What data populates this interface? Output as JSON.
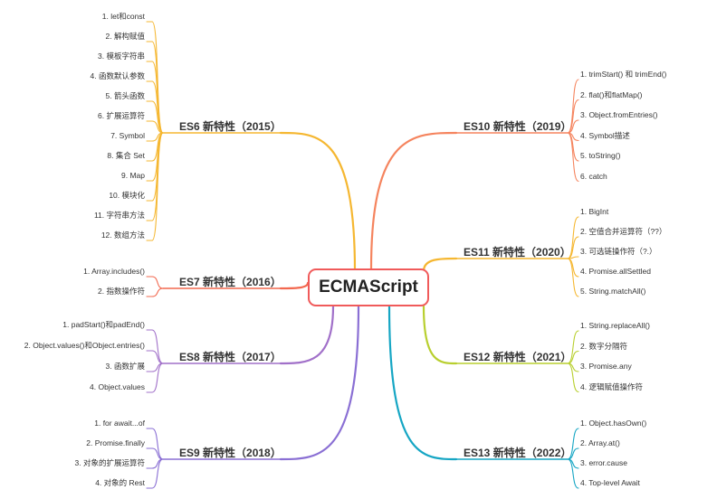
{
  "root": {
    "label": "ECMAScript"
  },
  "branches": [
    {
      "key": "es6",
      "label": "ES6 新特性（2015）",
      "color": "#f5b731",
      "items": [
        "1. let和const",
        "2. 解构赋值",
        "3. 模板字符串",
        "4. 函数默认参数",
        "5. 箭头函数",
        "6. 扩展运算符",
        "7. Symbol",
        "8. 集合 Set",
        "9. Map",
        "10. 模块化",
        "11. 字符串方法",
        "12. 数组方法"
      ]
    },
    {
      "key": "es7",
      "label": "ES7 新特性（2016）",
      "color": "#f2684f",
      "items": [
        "1. Array.includes()",
        "2. 指数操作符"
      ]
    },
    {
      "key": "es8",
      "label": "ES8 新特性（2017）",
      "color": "#a170c9",
      "items": [
        "1. padStart()和padEnd()",
        "2. Object.values()和Object.entries()",
        "3. 函数扩展",
        "4. Object.values"
      ]
    },
    {
      "key": "es9",
      "label": "ES9 新特性（2018）",
      "color": "#8a6fd4",
      "items": [
        "1. for await...of",
        "2. Promise.finally",
        "3. 对象的扩展运算符",
        "4. 对象的 Rest"
      ]
    },
    {
      "key": "es10",
      "label": "ES10 新特性（2019）",
      "color": "#f5845e",
      "items": [
        "1. trimStart() 和 trimEnd()",
        "2. flat()和flatMap()",
        "3. Object.fromEntries()",
        "4. Symbol描述",
        "5. toString()",
        "6. catch"
      ]
    },
    {
      "key": "es11",
      "label": "ES11 新特性（2020）",
      "color": "#f5b731",
      "items": [
        "1. BigInt",
        "2. 空值合并运算符（??）",
        "3. 可选链操作符（?.）",
        "4. Promise.allSettled",
        "5. String.matchAll()"
      ]
    },
    {
      "key": "es12",
      "label": "ES12 新特性（2021）",
      "color": "#b8cf2e",
      "items": [
        "1. String.replaceAll()",
        "2. 数字分隔符",
        "3. Promise.any",
        "4. 逻辑赋值操作符"
      ]
    },
    {
      "key": "es13",
      "label": "ES13 新特性（2022）",
      "color": "#16a6c4",
      "items": [
        "1. Object.hasOwn()",
        "2. Array.at()",
        "3. error.cause",
        "4. Top-level Await"
      ]
    }
  ]
}
